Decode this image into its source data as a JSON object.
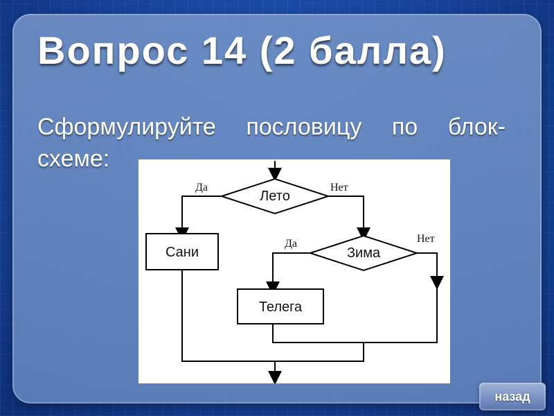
{
  "slide": {
    "title": "Вопрос 14 (2 балла)",
    "prompt": {
      "words_line1": [
        "Сформулируйте",
        "пословицу",
        "по",
        "блок-"
      ],
      "line2": "схеме:"
    }
  },
  "flowchart": {
    "decision_1": "Лето",
    "decision_2": "Зима",
    "process_1": "Сани",
    "process_2": "Телега",
    "yes_label_1": "Да",
    "no_label_1": "Нет",
    "yes_label_2": "Да",
    "no_label_2": "Нет"
  },
  "navigation": {
    "back_label": "назад"
  },
  "colors": {
    "panel": "#6b86c0",
    "background": "#1a4aa6",
    "text": "#ffffff"
  }
}
